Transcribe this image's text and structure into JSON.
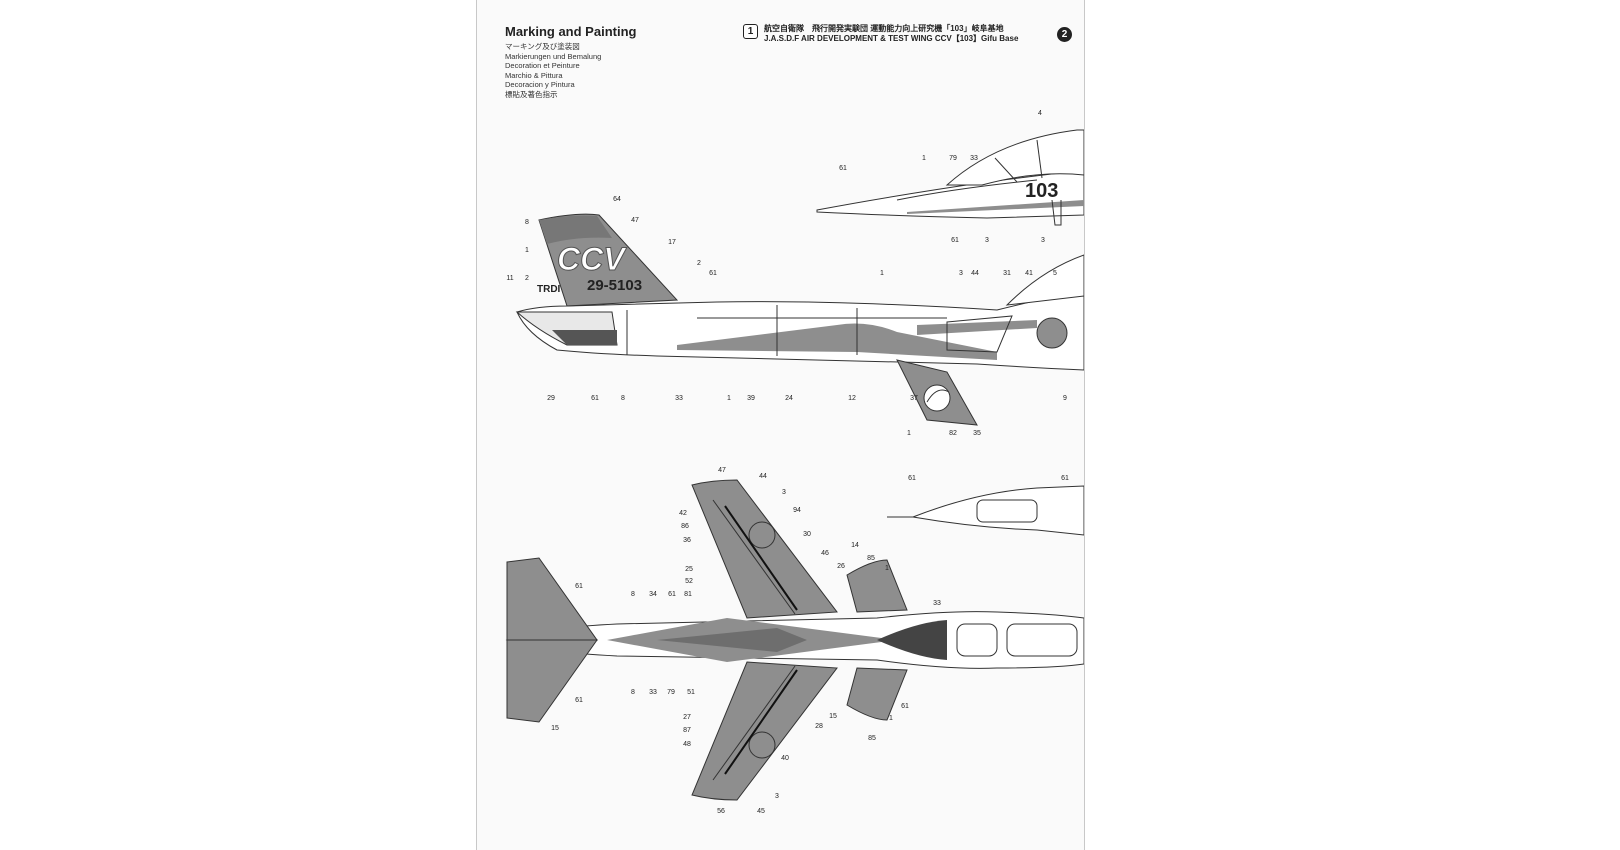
{
  "header": {
    "title": "Marking and Painting",
    "languages": [
      "マーキング及び塗装図",
      "Markierungen und Bemalung",
      "Decoration et Peinture",
      "Marchio & Pittura",
      "Decoracion y Pintura",
      "標貼及著色指示"
    ]
  },
  "scheme1": {
    "number": "1",
    "title_jp": "航空自衛隊　飛行開発実験団 運動能力向上研究機「103」岐阜基地",
    "title_en": "J.A.S.D.F AIR DEVELOPMENT & TEST WING CCV【103】Gifu Base"
  },
  "scheme2": {
    "number": "2"
  },
  "aircraft": {
    "nose_number": "103",
    "tail_serial": "29-5103",
    "tail_code": "CCV",
    "unit_code": "TRDI"
  },
  "callouts": {
    "side": [
      "61",
      "79",
      "33",
      "1",
      "4",
      "3",
      "3",
      "61",
      "8",
      "64",
      "47",
      "1",
      "17",
      "2",
      "61",
      "2",
      "11",
      "1",
      "3",
      "44",
      "31",
      "41",
      "5",
      "29",
      "61",
      "8",
      "33",
      "1",
      "39",
      "24",
      "12",
      "37",
      "9",
      "1",
      "82",
      "35"
    ],
    "plan": [
      "47",
      "44",
      "3",
      "42",
      "86",
      "36",
      "94",
      "30",
      "46",
      "26",
      "25",
      "52",
      "81",
      "8",
      "34",
      "61",
      "61",
      "14",
      "85",
      "1",
      "33",
      "61",
      "8",
      "33",
      "79",
      "51",
      "27",
      "87",
      "48",
      "40",
      "28",
      "15",
      "85",
      "1",
      "61",
      "15",
      "56",
      "45",
      "3",
      "61",
      "61"
    ]
  },
  "colors": {
    "paint_gray": "#8e8e8e",
    "paint_dark": "#555555",
    "line": "#333333",
    "paper": "#fafafa"
  }
}
